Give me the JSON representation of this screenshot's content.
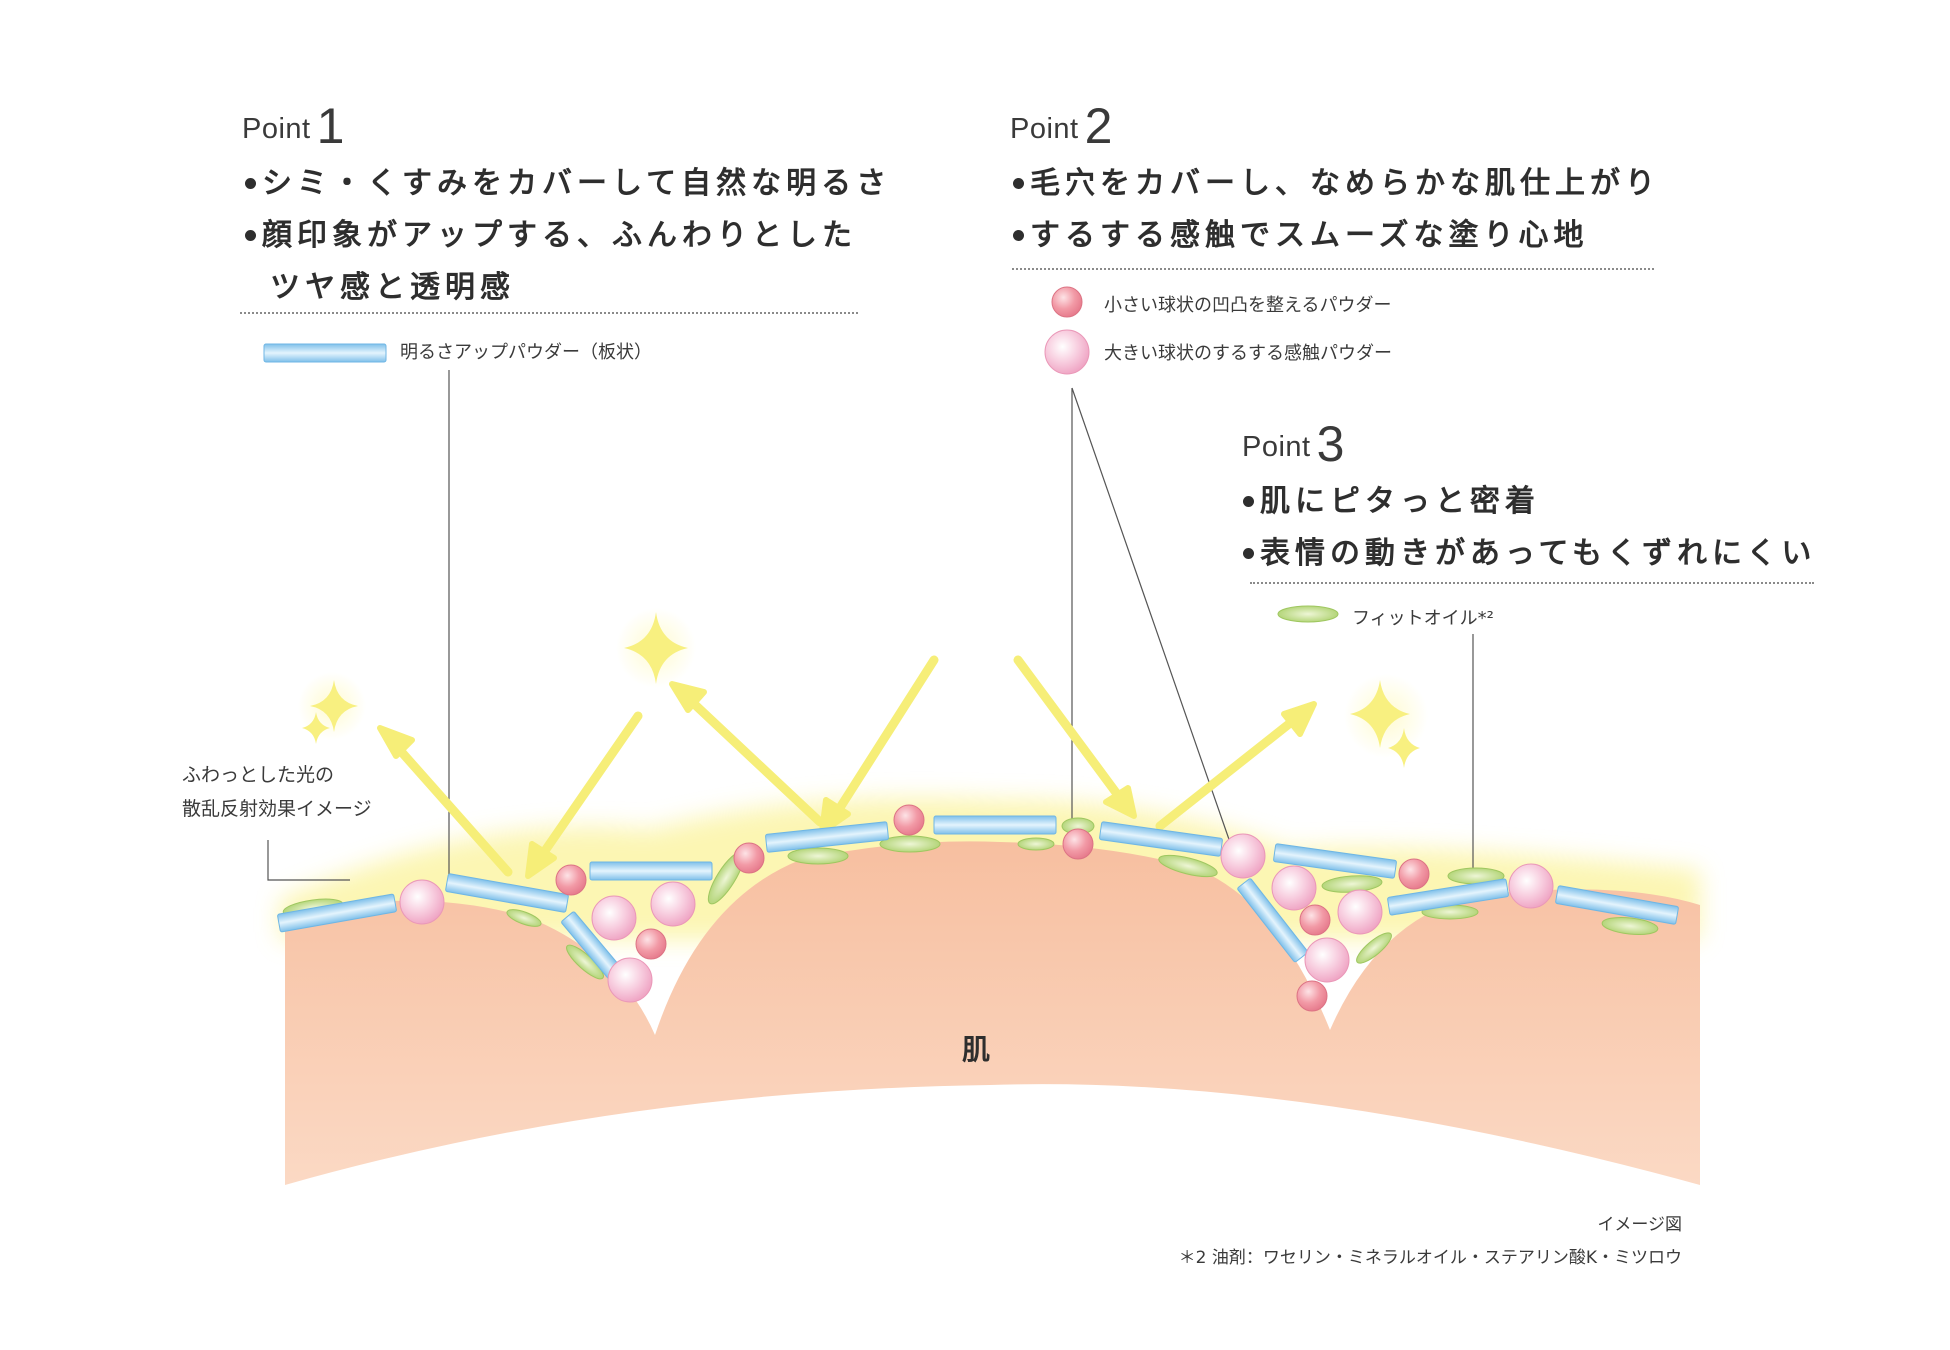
{
  "points": [
    {
      "label": "Point",
      "number": "1",
      "bullets": [
        "シミ・くすみをカバーして自然な明るさ",
        "顔印象がアップする、ふんわりとした"
      ],
      "continuation": "ツヤ感と透明感"
    },
    {
      "label": "Point",
      "number": "2",
      "bullets": [
        "毛穴をカバーし、なめらかな肌仕上がり",
        "するする感触でスムーズな塗り心地"
      ]
    },
    {
      "label": "Point",
      "number": "3",
      "bullets": [
        "肌にピタっと密着",
        "表情の動きがあってもくずれにくい"
      ]
    }
  ],
  "legend": {
    "plate_powder": "明るさアップパウダー（板状）",
    "small_sphere": "小さい球状の凹凸を整えるパウダー",
    "large_sphere": "大きい球状のするする感触パウダー",
    "fit_oil": "フィットオイル*²"
  },
  "scatter_note": [
    "ふわっとした光の",
    "散乱反射効果イメージ"
  ],
  "skin_label": "肌",
  "footer": {
    "image_note": "イメージ図",
    "oil_note": "＊2 油剤：ワセリン・ミネラルオイル・ステアリン酸K・ミツロウ"
  },
  "colors": {
    "skin": "#f9c9a8",
    "glow": "#fbf38a",
    "plate": "#a9d4f0",
    "pink_small": "#ec8f9a",
    "pink_large": "#f3b3cb",
    "oil": "#b7d77a",
    "arrow": "#f7ef7c"
  }
}
